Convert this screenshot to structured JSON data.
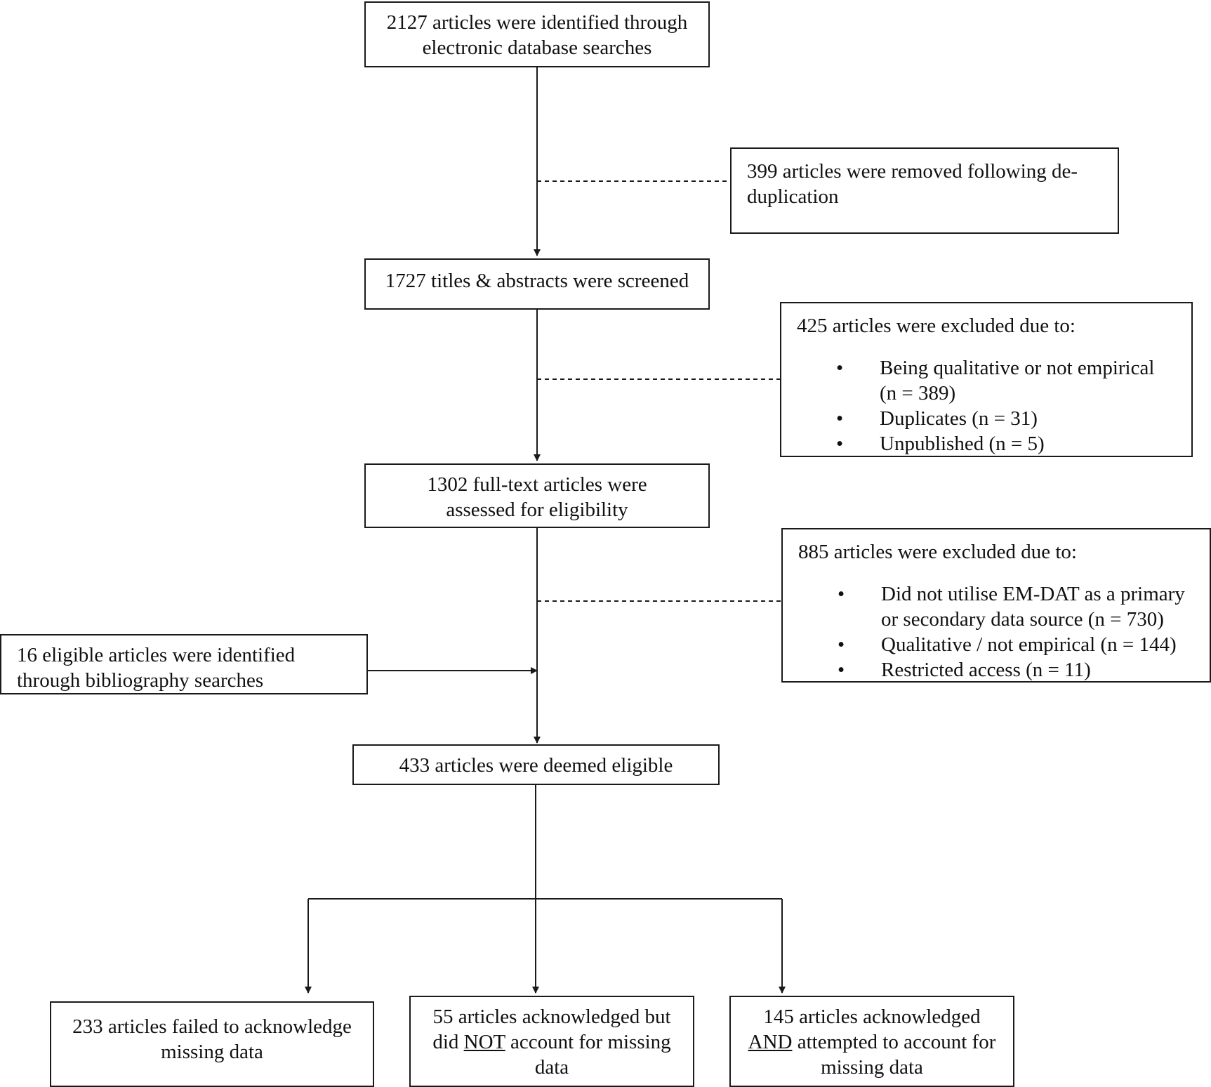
{
  "boxes": {
    "identified": "2127 articles were identified through electronic database searches",
    "deduplication": "399 articles were removed following de-duplication",
    "screened": "1727 titles & abstracts were screened",
    "screen_exclusion": {
      "heading": "425 articles were excluded due to:",
      "reasons": [
        "Being qualitative or not empirical (n = 389)",
        "Duplicates (n = 31)",
        "Unpublished (n = 5)"
      ]
    },
    "fulltext": "1302 full-text articles were assessed for eligibility",
    "fulltext_exclusion": {
      "heading": "885 articles were excluded due to:",
      "reasons": [
        "Did not utilise EM-DAT as a primary or secondary data source (n = 730)",
        "Qualitative / not empirical (n = 144)",
        "Restricted access (n = 11)"
      ]
    },
    "bibliography": "16 eligible articles were identified through bibliography searches",
    "eligible": "433 articles were deemed eligible",
    "failed": "233 articles failed to acknowledge missing data",
    "not_accounted": {
      "line1": "55 articles acknowledged but",
      "pre": "did ",
      "emph": "NOT",
      "post": " account for missing data"
    },
    "attempted": {
      "line1": "145 articles acknowledged",
      "emph": "AND",
      "post": " attempted to account for missing data"
    }
  },
  "bullet_symbol": "•",
  "line_color": "#1a1a1a"
}
